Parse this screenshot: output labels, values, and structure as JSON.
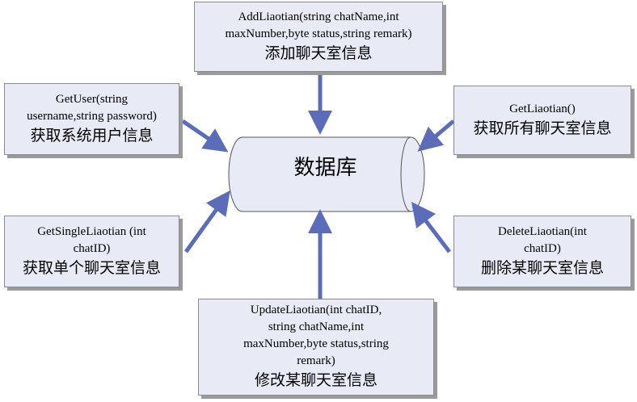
{
  "database": {
    "label": "数据库"
  },
  "boxes": {
    "add": {
      "signature": "AddLiaotian(string chatName,int\nmaxNumber,byte status,string remark)",
      "description": "添加聊天室信息"
    },
    "get_user": {
      "signature": "GetUser(string\nusername,string password)",
      "description": "获取系统用户信息"
    },
    "get_all": {
      "signature": "GetLiaotian()",
      "description": "获取所有聊天室信息"
    },
    "get_single": {
      "signature": "GetSingleLiaotian (int\nchatID)",
      "description": "获取单个聊天室信息"
    },
    "delete": {
      "signature": "DeleteLiaotian(int\nchatID)",
      "description": "删除某聊天室信息"
    },
    "update": {
      "signature": "UpdateLiaotian(int chatID,\nstring chatName,int\nmaxNumber,byte status,string\nremark)",
      "description": "修改某聊天室信息"
    }
  },
  "colors": {
    "box_fill": "#e8eaf6",
    "box_border": "#8a8a8a",
    "arrow": "#5b6db8",
    "cylinder_fill": "#e8eaf6"
  }
}
